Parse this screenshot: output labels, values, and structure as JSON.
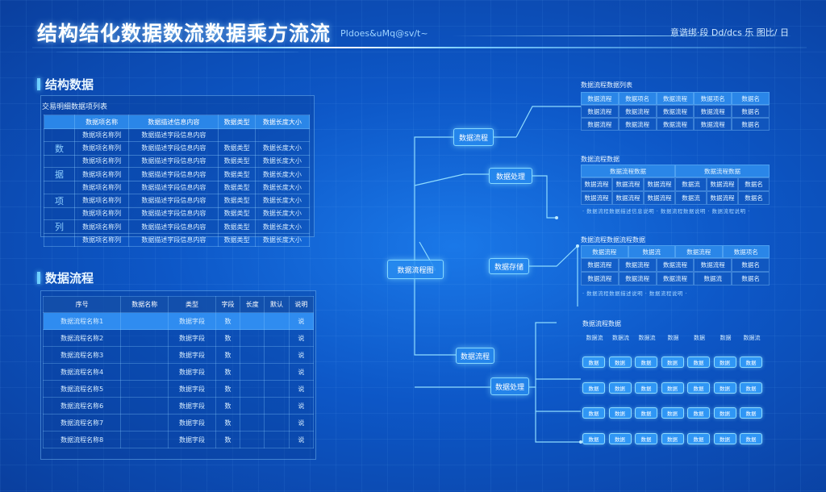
{
  "header": {
    "title": "结构结化数据数流数据乘方流流",
    "subtitle": "PIdoes&uMq@sv/t~",
    "right": "意谐绑·段 Dd/dcs 乐 图比/ 日"
  },
  "section1": {
    "heading": "结构数据",
    "caption": "交易明细数据项列表",
    "columns": [
      "",
      "数据项名称",
      "数据描述信息内容",
      "数据类型",
      "数据长度大小"
    ],
    "rows": [
      {
        "idx": "",
        "cells": [
          "数据项名称列",
          "数据描述字段信息内容",
          "",
          ""
        ]
      },
      {
        "idx": "数",
        "cells": [
          "数据项名称列",
          "数据描述字段信息内容",
          "数据类型",
          "数据长度大小"
        ]
      },
      {
        "idx": "",
        "cells": [
          "数据项名称列",
          "数据描述字段信息内容",
          "数据类型",
          "数据长度大小"
        ]
      },
      {
        "idx": "据",
        "cells": [
          "数据项名称列",
          "数据描述字段信息内容",
          "数据类型",
          "数据长度大小"
        ]
      },
      {
        "idx": "",
        "cells": [
          "数据项名称列",
          "数据描述字段信息内容",
          "数据类型",
          "数据长度大小"
        ]
      },
      {
        "idx": "项",
        "cells": [
          "数据项名称列",
          "数据描述字段信息内容",
          "数据类型",
          "数据长度大小"
        ]
      },
      {
        "idx": "",
        "cells": [
          "数据项名称列",
          "数据描述字段信息内容",
          "数据类型",
          "数据长度大小"
        ]
      },
      {
        "idx": "列",
        "cells": [
          "数据项名称列",
          "数据描述字段信息内容",
          "数据类型",
          "数据长度大小"
        ]
      },
      {
        "idx": "",
        "cells": [
          "数据项名称列",
          "数据描述字段信息内容",
          "数据类型",
          "数据长度大小"
        ]
      }
    ]
  },
  "section2": {
    "heading": "数据流程",
    "columns": [
      "序号",
      "数据名称",
      "类型",
      "字段",
      "长度",
      "默认",
      "说明"
    ],
    "rows": [
      [
        "数据流程名称1",
        "",
        "数据字段",
        "数",
        "",
        "",
        "说"
      ],
      [
        "数据流程名称2",
        "",
        "数据字段",
        "数",
        "",
        "",
        "说"
      ],
      [
        "数据流程名称3",
        "",
        "数据字段",
        "数",
        "",
        "",
        "说"
      ],
      [
        "数据流程名称4",
        "",
        "数据字段",
        "数",
        "",
        "",
        "说"
      ],
      [
        "数据流程名称5",
        "",
        "数据字段",
        "数",
        "",
        "",
        "说"
      ],
      [
        "数据流程名称6",
        "",
        "数据字段",
        "数",
        "",
        "",
        "说"
      ],
      [
        "数据流程名称7",
        "",
        "数据字段",
        "数",
        "",
        "",
        "说"
      ],
      [
        "数据流程名称8",
        "",
        "数据字段",
        "数",
        "",
        "",
        "说"
      ]
    ]
  },
  "tree": {
    "root": "数据流程图",
    "n1": "数据流程",
    "n2": "数据处理",
    "n3": "数据存储",
    "n4": "数据流程",
    "n5": "数据处理"
  },
  "right1": {
    "caption": "数据流程数据列表",
    "cells": [
      [
        "数据流程",
        "数据项名",
        "数据流程",
        "数据项名",
        "数据名"
      ],
      [
        "数据流程",
        "数据流程",
        "数据流程",
        "数据流程",
        "数据名"
      ],
      [
        "数据流程",
        "数据流程",
        "数据流程",
        "数据流程",
        "数据名"
      ]
    ]
  },
  "right2": {
    "caption": "数据流程数据",
    "head": [
      "数据流程数据",
      "数据流程数据"
    ],
    "row1": [
      "数据流程",
      "数据流程",
      "数据流程",
      "数据流",
      "数据流程",
      "数据名"
    ],
    "row2": [
      "数据流程",
      "数据流程",
      "数据流程",
      "数据流",
      "数据流程",
      "数据名"
    ],
    "note": "· 数据流程数据描述信息说明 · 数据流程数据说明 · 数据流程说明 ·"
  },
  "right3": {
    "caption": "数据流程数据流程数据",
    "head": [
      "数据流程",
      "数据流",
      "数据流程",
      "数据项名"
    ],
    "row1": [
      "数据流程",
      "数据流程",
      "数据流程",
      "数据流程",
      "数据名"
    ],
    "row2": [
      "数据流程",
      "数据流程",
      "数据流程",
      "数据流",
      "数据名"
    ],
    "note": "· 数据流程数据描述说明 · 数据流程说明 ·"
  },
  "right4": {
    "caption": "数据流程数据",
    "labels": [
      "数据流",
      "数据流",
      "数据流",
      "数据",
      "数据",
      "数据",
      "数据流"
    ],
    "rows": [
      [
        "数据",
        "数据",
        "数据",
        "数据",
        "数据",
        "数据",
        "数据"
      ],
      [
        "数据",
        "数据",
        "数据",
        "数据",
        "数据",
        "数据",
        "数据"
      ],
      [
        "数据",
        "数据",
        "数据",
        "数据",
        "数据",
        "数据",
        "数据"
      ],
      [
        "数据",
        "数据",
        "数据",
        "数据",
        "数据",
        "数据",
        "数据"
      ]
    ]
  }
}
